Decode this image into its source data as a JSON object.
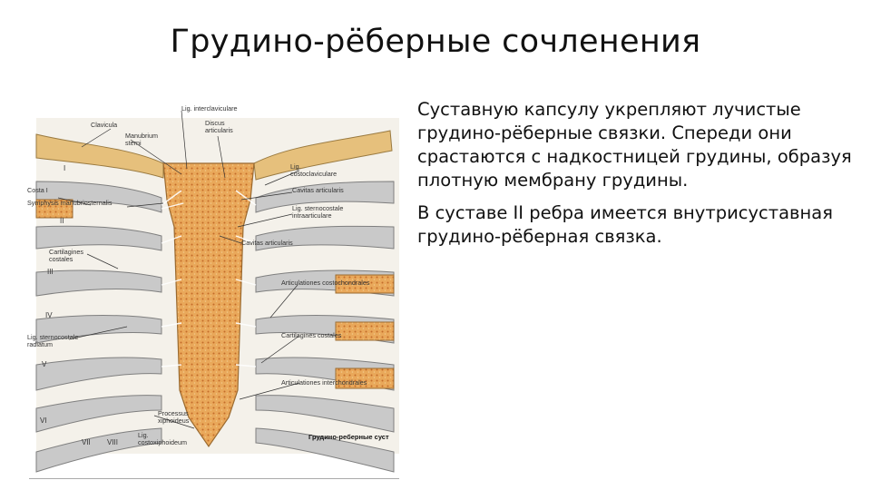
{
  "title": "Грудино-рёберные сочленения",
  "paragraphs": [
    "Суставную капсулу укрепляют лучистые грудино-рёберные связки. Спереди они срастаются с надкостницей грудины, образуя плотную мембрану грудины.",
    "В суставе II ребра имеется внутрисуставная грудино-рёберная связка."
  ],
  "figure": {
    "labels": {
      "lig_interclaviculare": "Lig. interclaviculare",
      "clavicula": "Clavicula",
      "manubrium_line1": "Manubrium",
      "manubrium_line2": "sterni",
      "discus_line1": "Discus",
      "discus_line2": "articularis",
      "lig_costoclaviculare_line1": "Lig.",
      "lig_costoclaviculare_line2": "costoclaviculare",
      "costa_i": "Costa I",
      "symphysis": "Symphysis manubriosternalis",
      "cavitas_articularis_1": "Cavitas articularis",
      "lig_intraarticulare_line1": "Lig. sternocostale",
      "lig_intraarticulare_line2": "intraarticulare",
      "cavitas_articularis_2": "Cavitas articularis",
      "cartilagines_line1": "Cartilagines",
      "cartilagines_line2": "costales",
      "articulationes_costochondrales": "Articulationes costochondrales",
      "lig_radiatum_line1": "Lig. sternocostale",
      "lig_radiatum_line2": "radiatum",
      "cartilagines_costales_2": "Cartilagines costales",
      "articulationes_interchondrales": "Articulationes interchondrales",
      "processus_line1": "Processus",
      "processus_line2": "xiphoideus",
      "lig_costoxiphoideum_line1": "Lig.",
      "lig_costoxiphoideum_line2": "costoxiphoideum",
      "caption": "Грудино-реберные суст"
    },
    "rib_numerals": [
      "I",
      "II",
      "III",
      "IV",
      "V",
      "VI",
      "VII",
      "VIII"
    ]
  }
}
